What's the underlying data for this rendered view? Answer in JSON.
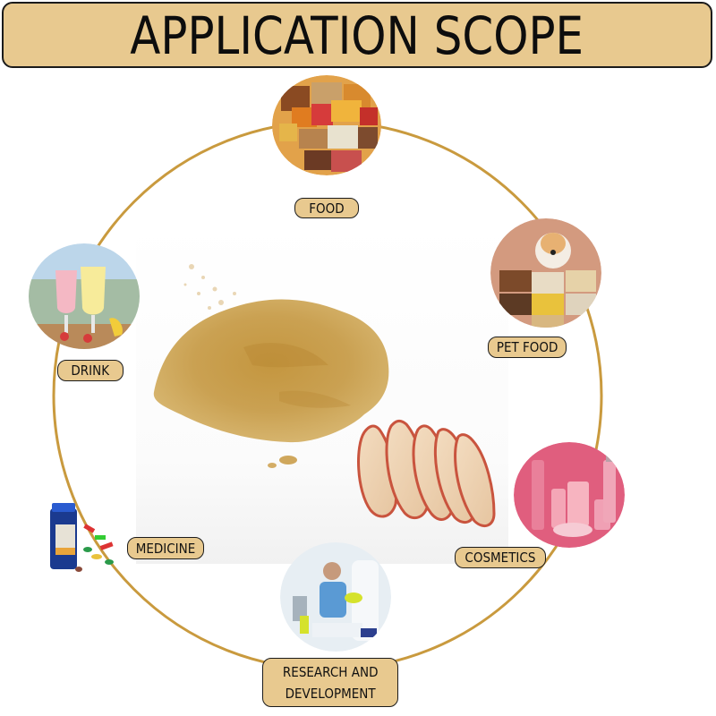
{
  "header": {
    "title": "APPLICATION SCOPE"
  },
  "colors": {
    "label_fill": "#e8c98f",
    "label_border": "#1b1b1b",
    "ring_stroke": "#c99a3e",
    "powder": "#c99a44",
    "background": "#ffffff"
  },
  "center": {
    "description": "herbal extract powder pile with sliced root pieces"
  },
  "applications": [
    {
      "id": "food",
      "label": "FOOD",
      "icon": "food-platter-photo"
    },
    {
      "id": "pet-food",
      "label": "PET FOOD",
      "icon": "pet-dog-treats-photo"
    },
    {
      "id": "cosmetics",
      "label": "COSMETICS",
      "icon": "cosmetics-bottles-photo"
    },
    {
      "id": "research",
      "label_line1": "RESEARCH AND",
      "label_line2": "DEVELOPMENT",
      "icon": "laboratory-photo"
    },
    {
      "id": "medicine",
      "label": "MEDICINE",
      "icon": "pill-bottle-photo"
    },
    {
      "id": "drink",
      "label": "DRINK",
      "icon": "smoothie-drinks-photo"
    }
  ]
}
